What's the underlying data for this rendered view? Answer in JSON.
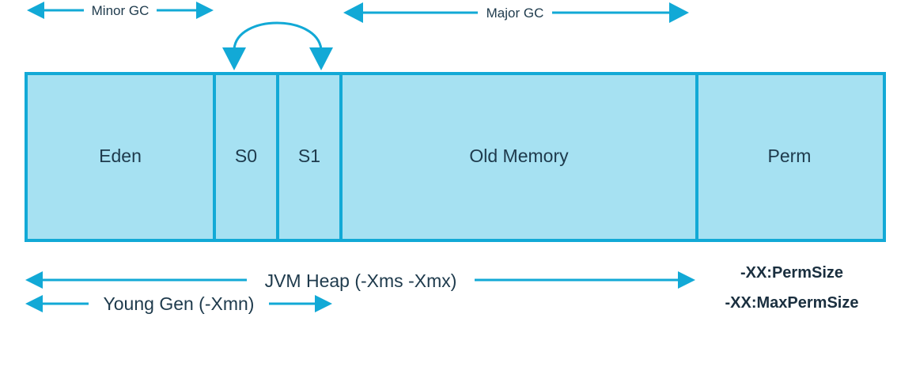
{
  "colors": {
    "fill": "#a6e1f2",
    "stroke": "#12a9d6",
    "text": "#1e3a4c",
    "flag_text": "#1a2f3f"
  },
  "regions": {
    "eden": "Eden",
    "s0": "S0",
    "s1": "S1",
    "old_memory": "Old Memory",
    "perm": "Perm"
  },
  "gc": {
    "minor": "Minor GC",
    "major": "Major GC"
  },
  "spans": {
    "jvm_heap": "JVM Heap (-Xms -Xmx)",
    "young_gen": "Young Gen (-Xmn)"
  },
  "flags": {
    "perm_size": "-XX:PermSize",
    "max_perm_size": "-XX:MaxPermSize"
  },
  "icons": {
    "survivor_swap": "curved-double-arrow-icon",
    "span": "double-headed-arrow-icon"
  }
}
